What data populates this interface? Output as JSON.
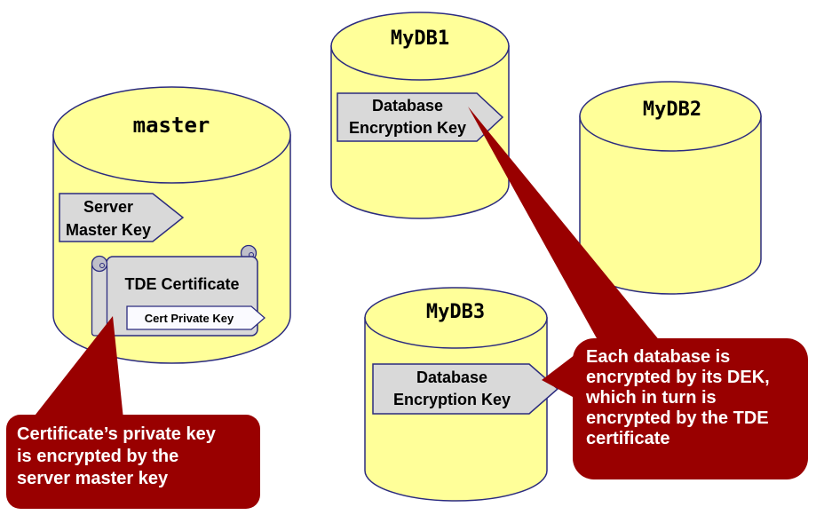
{
  "diagram": {
    "kind": "sql-server-tde-key-hierarchy"
  },
  "colors": {
    "cylinder_fill": "#FFFF99",
    "outline_navy": "#2b2b7f",
    "shape_gray": "#D9D9D9",
    "curl_gray": "#BFBFC9",
    "inner_arrow_fill": "#FAFAFF",
    "callout_red": "#990000",
    "callout_text": "#FFFFFF"
  },
  "cylinders": {
    "master": {
      "label": "master"
    },
    "mydb1": {
      "label": "MyDB1"
    },
    "mydb2": {
      "label": "MyDB2"
    },
    "mydb3": {
      "label": "MyDB3"
    }
  },
  "keys": {
    "server_master_key": "Server\nMaster Key",
    "tde_certificate": "TDE Certificate",
    "cert_private_key": "Cert Private Key",
    "dek_mydb1": "Database\nEncryption Key",
    "dek_mydb3": "Database\nEncryption Key"
  },
  "callouts": {
    "certificate_note": "Certificate’s private key\nis encrypted by the\nserver master key",
    "dek_note": "Each database is\nencrypted by its DEK,\nwhich in turn is\nencrypted by the TDE\ncertificate"
  }
}
